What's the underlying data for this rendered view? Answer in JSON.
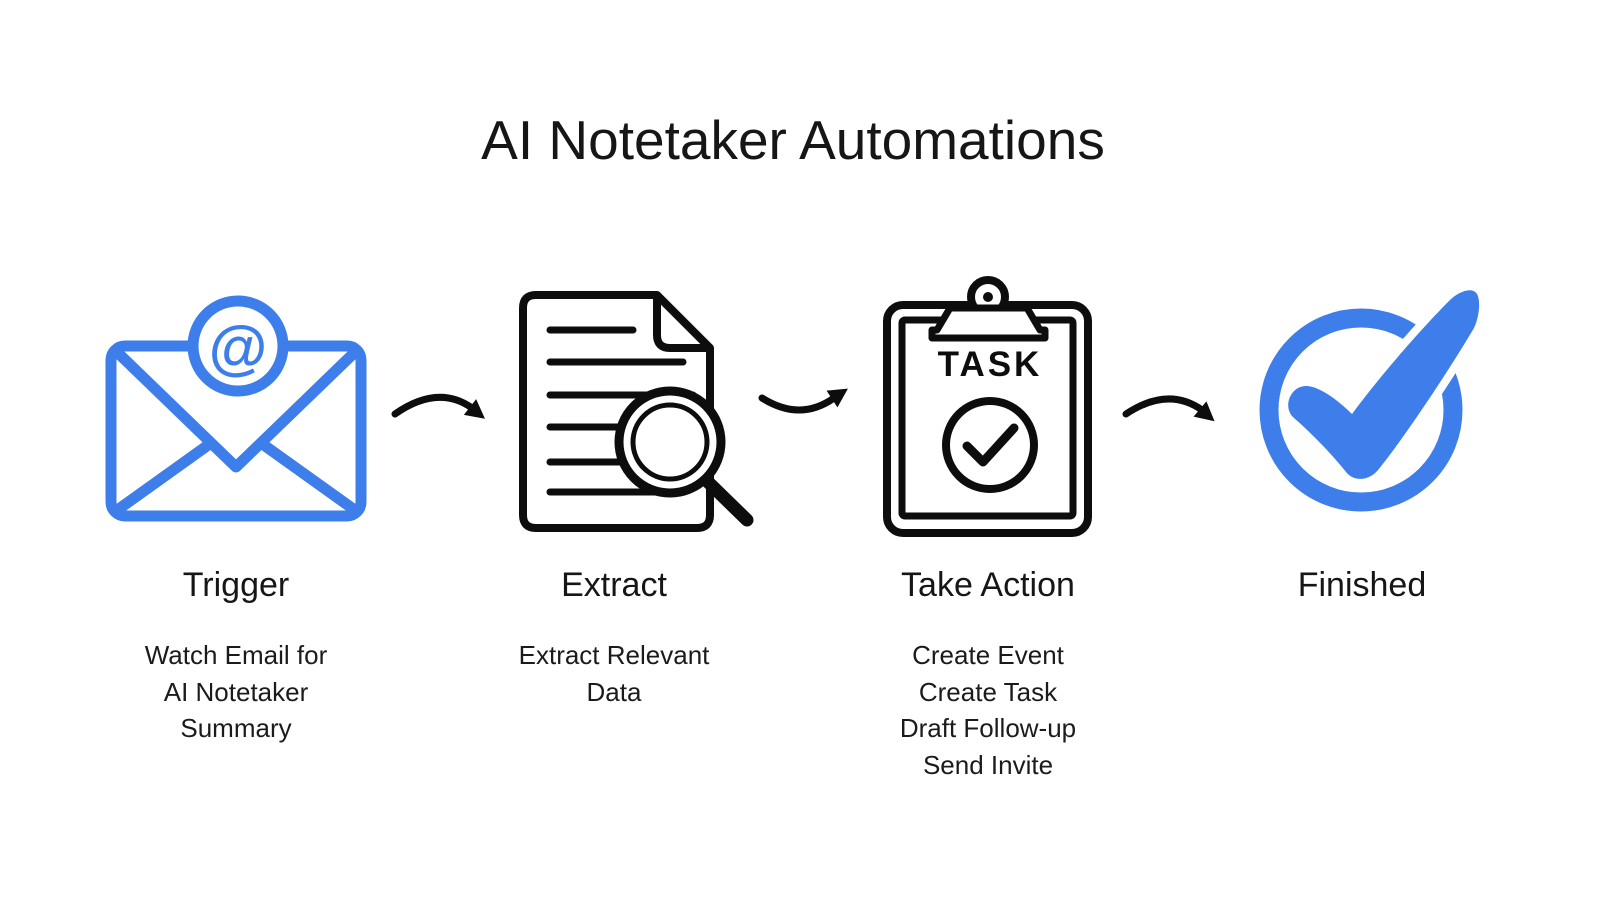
{
  "title": "AI Notetaker Automations",
  "colors": {
    "background": "#ffffff",
    "accent_blue": "#3D7EEB",
    "icon_black": "#0d0d0d",
    "text": "#1b1b1b"
  },
  "steps": [
    {
      "label": "Trigger",
      "icon": "email-at-icon",
      "badge": "@",
      "lines": [
        "Watch Email for",
        "AI Notetaker",
        "Summary"
      ]
    },
    {
      "label": "Extract",
      "icon": "document-search-icon",
      "lines": [
        "Extract Relevant",
        "Data"
      ]
    },
    {
      "label": "Take Action",
      "icon": "clipboard-task-icon",
      "board_text": "TASK",
      "lines": [
        "Create Event",
        "Create Task",
        "Draft Follow-up",
        "Send Invite"
      ]
    },
    {
      "label": "Finished",
      "icon": "check-circle-icon",
      "lines": []
    }
  ],
  "arrows": {
    "count": 3,
    "style": "curved",
    "color": "#0d0d0d"
  }
}
